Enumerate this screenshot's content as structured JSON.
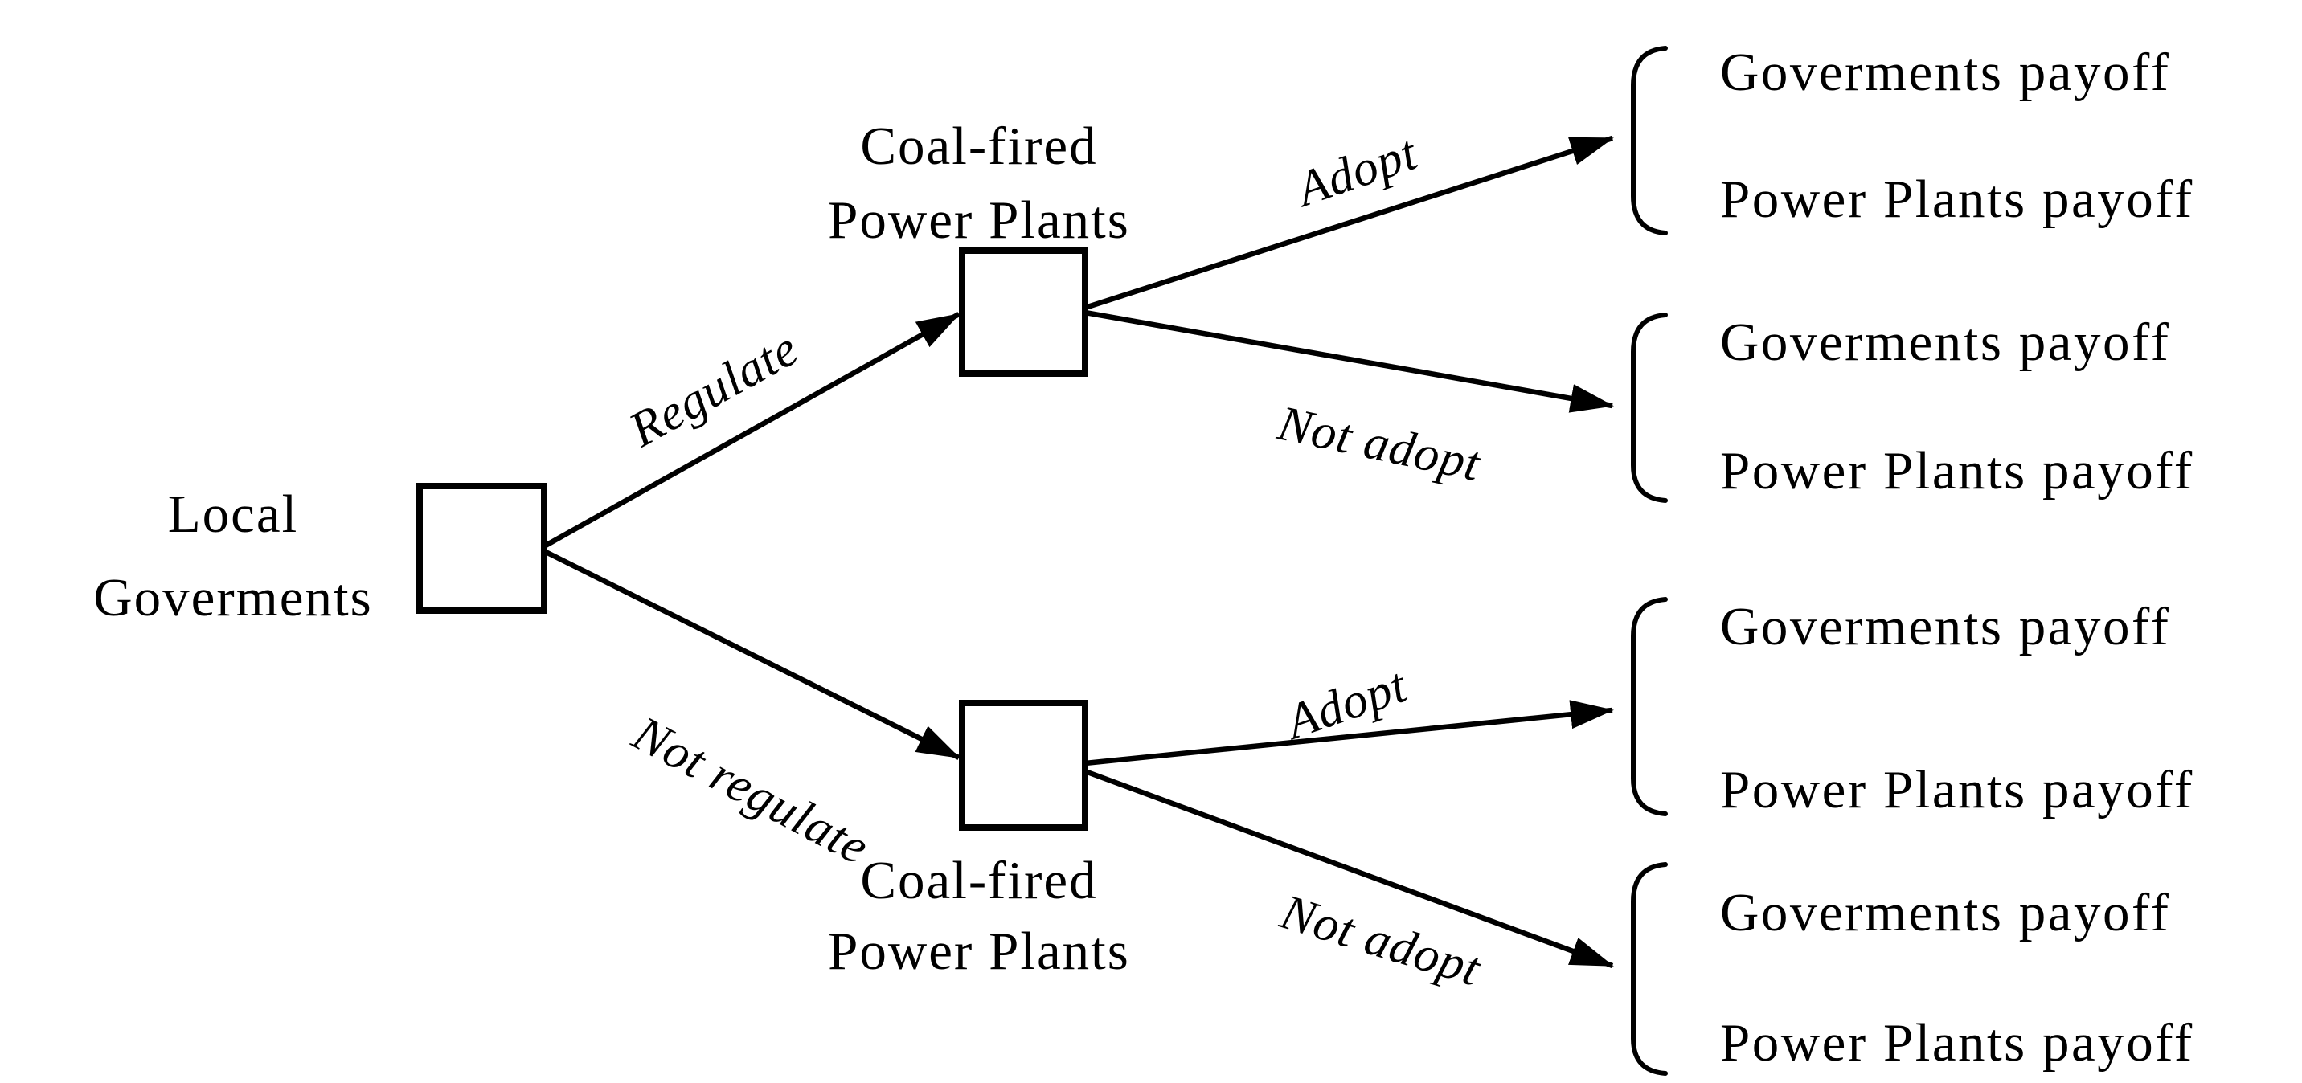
{
  "tree": {
    "root_label": {
      "line1": "Local",
      "line2": "Goverments"
    },
    "plant_label": {
      "line1": "Coal-fired",
      "line2": "Power Plants"
    },
    "edges": {
      "regulate": "Regulate",
      "not_regulate": "Not regulate",
      "adopt": "Adopt",
      "not_adopt": "Not adopt"
    },
    "payoff": {
      "government": "Goverments payoff",
      "plants": "Power Plants payoff"
    },
    "colors": {
      "ink": "#000000",
      "background": "#ffffff"
    }
  }
}
